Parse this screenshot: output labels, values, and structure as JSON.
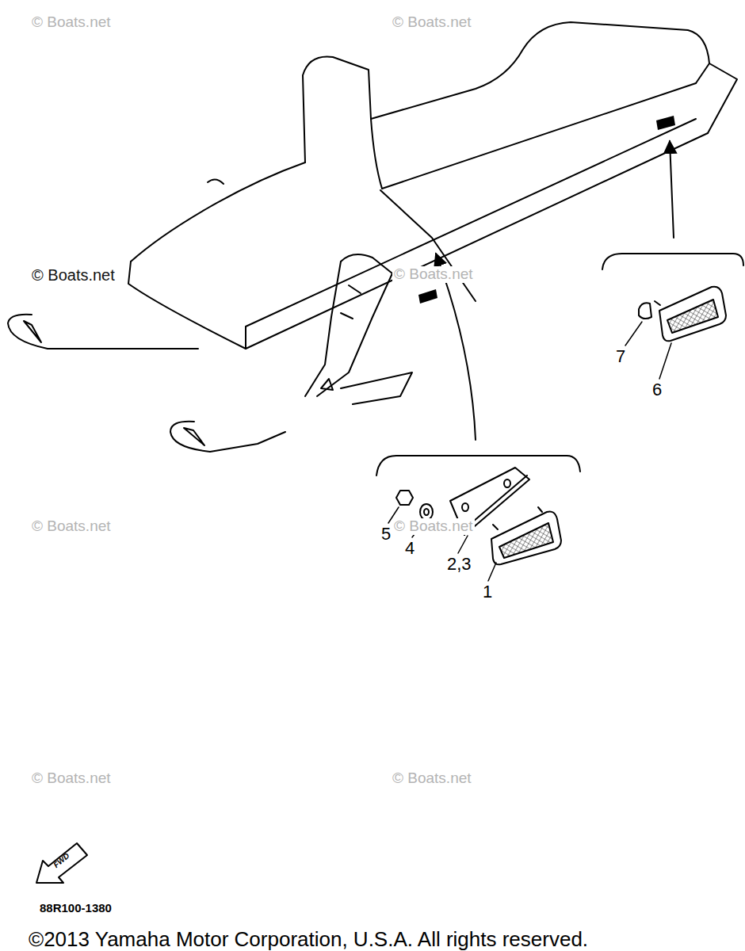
{
  "diagram": {
    "labels": [
      "© Boats.net",
      "© Boats.net",
      "© Boats.net",
      "© Boats.net",
      "7",
      "6",
      "5",
      "4",
      "2,3",
      "1",
      "© Boats.net",
      "© Boats.net",
      "© Boats.net",
      "© Boats.net",
      "FWD",
      "88R100-1380",
      "©2013 Yamaha Motor Corporation, U.S.A. All rights reserved."
    ]
  }
}
